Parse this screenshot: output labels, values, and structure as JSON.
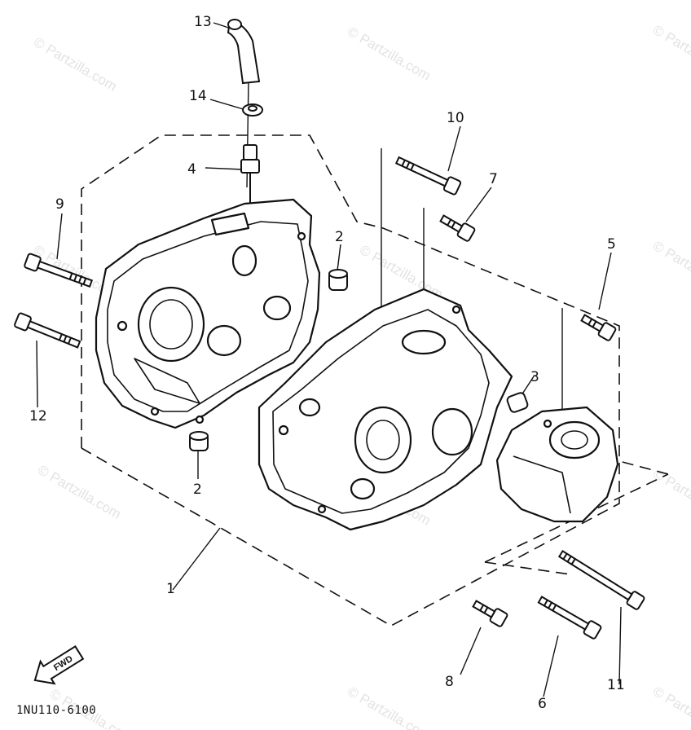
{
  "watermark": "© Partzilla.com",
  "callouts": {
    "c13": "13",
    "c14": "14",
    "c4": "4",
    "c10": "10",
    "c7": "7",
    "c9": "9",
    "c2a": "2",
    "c5": "5",
    "c3": "3",
    "c12": "12",
    "c2b": "2",
    "c1": "1",
    "c8": "8",
    "c6": "6",
    "c11": "11"
  },
  "fwd_label": "FWD",
  "diagram_code": "1NU110-6100",
  "colors": {
    "ink": "#111111",
    "watermark": "#e3e3e3",
    "background": "#ffffff"
  }
}
